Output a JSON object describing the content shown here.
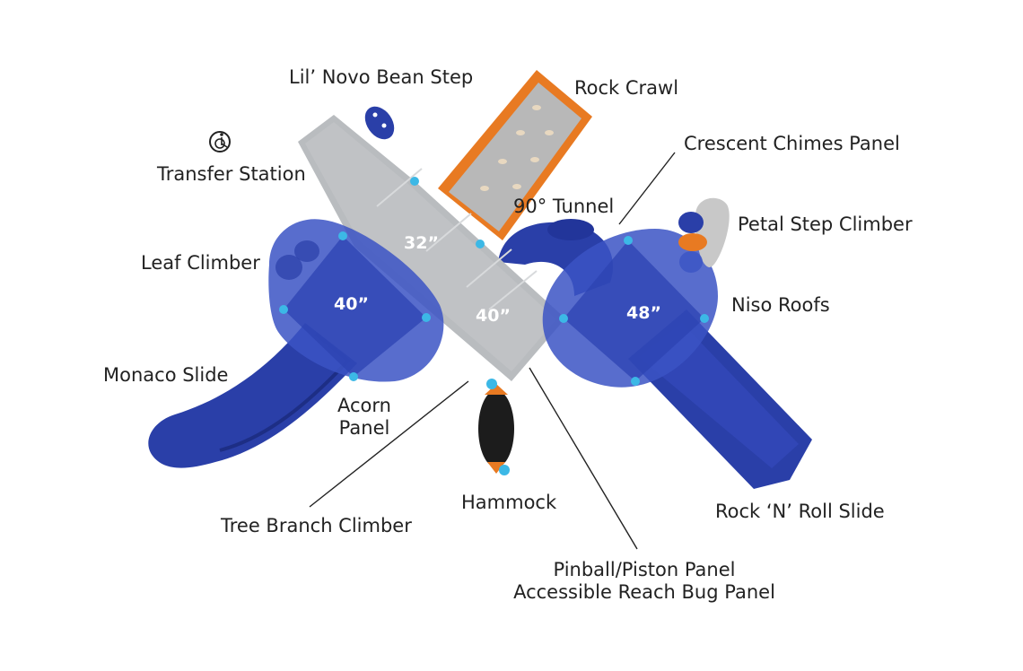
{
  "labels": {
    "bean_step": "Lil’ Novo Bean Step",
    "rock_crawl": "Rock Crawl",
    "transfer_station": "Transfer Station",
    "crescent_chimes": "Crescent Chimes Panel",
    "tunnel": "90° Tunnel",
    "petal_step": "Petal Step Climber",
    "leaf_climber": "Leaf Climber",
    "niso_roofs": "Niso Roofs",
    "monaco_slide": "Monaco Slide",
    "acorn_line1": "Acorn",
    "acorn_line2": "Panel",
    "hammock": "Hammock",
    "rock_roll_slide": "Rock ‘N’ Roll Slide",
    "tree_branch": "Tree Branch Climber",
    "pinball_line1": "Pinball/Piston Panel",
    "pinball_line2": "Accessible Reach Bug Panel"
  },
  "decks": {
    "deck_32": "32”",
    "deck_40_left": "40”",
    "deck_40_mid": "40”",
    "deck_48": "48”"
  },
  "icons": {
    "accessibility": "wheelchair-transfer-icon"
  },
  "colors": {
    "blue": "#2a3fa8",
    "roof_blue": "#3b54c4",
    "grey": "#b9bcbf",
    "orange": "#e87a22",
    "post": "#3cb8e6",
    "black": "#1c1c1c"
  }
}
